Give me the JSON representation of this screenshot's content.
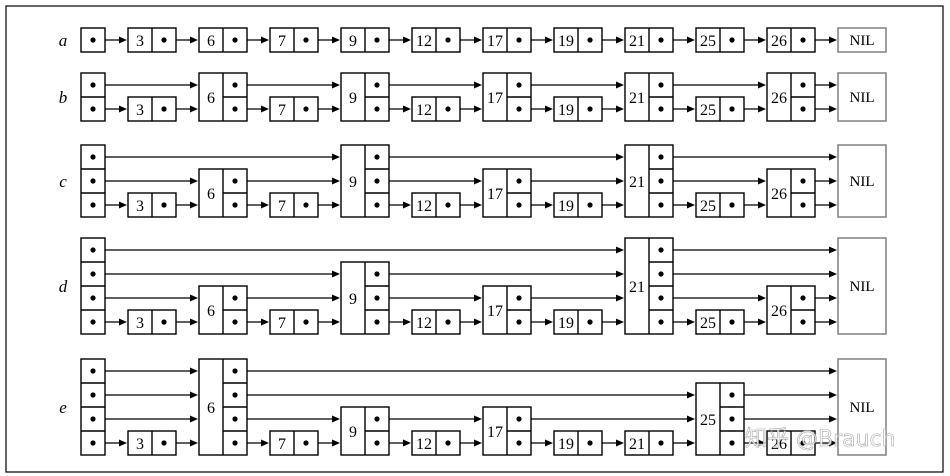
{
  "diagram": {
    "nil_label": "NIL",
    "watermark": "知乎 @Brauch",
    "rows": [
      {
        "label": "a",
        "nodes": [
          {
            "key": "",
            "levels": 1
          },
          {
            "key": "3",
            "levels": 1
          },
          {
            "key": "6",
            "levels": 1
          },
          {
            "key": "7",
            "levels": 1
          },
          {
            "key": "9",
            "levels": 1
          },
          {
            "key": "12",
            "levels": 1
          },
          {
            "key": "17",
            "levels": 1
          },
          {
            "key": "19",
            "levels": 1
          },
          {
            "key": "21",
            "levels": 1
          },
          {
            "key": "25",
            "levels": 1
          },
          {
            "key": "26",
            "levels": 1
          }
        ]
      },
      {
        "label": "b",
        "nodes": [
          {
            "key": "",
            "levels": 2
          },
          {
            "key": "3",
            "levels": 1
          },
          {
            "key": "6",
            "levels": 2
          },
          {
            "key": "7",
            "levels": 1
          },
          {
            "key": "9",
            "levels": 2
          },
          {
            "key": "12",
            "levels": 1
          },
          {
            "key": "17",
            "levels": 2
          },
          {
            "key": "19",
            "levels": 1
          },
          {
            "key": "21",
            "levels": 2
          },
          {
            "key": "25",
            "levels": 1
          },
          {
            "key": "26",
            "levels": 2
          }
        ]
      },
      {
        "label": "c",
        "nodes": [
          {
            "key": "",
            "levels": 3
          },
          {
            "key": "3",
            "levels": 1
          },
          {
            "key": "6",
            "levels": 2
          },
          {
            "key": "7",
            "levels": 1
          },
          {
            "key": "9",
            "levels": 3
          },
          {
            "key": "12",
            "levels": 1
          },
          {
            "key": "17",
            "levels": 2
          },
          {
            "key": "19",
            "levels": 1
          },
          {
            "key": "21",
            "levels": 3
          },
          {
            "key": "25",
            "levels": 1
          },
          {
            "key": "26",
            "levels": 2
          }
        ]
      },
      {
        "label": "d",
        "nodes": [
          {
            "key": "",
            "levels": 4
          },
          {
            "key": "3",
            "levels": 1
          },
          {
            "key": "6",
            "levels": 2
          },
          {
            "key": "7",
            "levels": 1
          },
          {
            "key": "9",
            "levels": 3
          },
          {
            "key": "12",
            "levels": 1
          },
          {
            "key": "17",
            "levels": 2
          },
          {
            "key": "19",
            "levels": 1
          },
          {
            "key": "21",
            "levels": 4
          },
          {
            "key": "25",
            "levels": 1
          },
          {
            "key": "26",
            "levels": 2
          }
        ]
      },
      {
        "label": "e",
        "nodes": [
          {
            "key": "",
            "levels": 4
          },
          {
            "key": "3",
            "levels": 1
          },
          {
            "key": "6",
            "levels": 4
          },
          {
            "key": "7",
            "levels": 1
          },
          {
            "key": "9",
            "levels": 2
          },
          {
            "key": "12",
            "levels": 1
          },
          {
            "key": "17",
            "levels": 2
          },
          {
            "key": "19",
            "levels": 1
          },
          {
            "key": "21",
            "levels": 1
          },
          {
            "key": "25",
            "levels": 3
          },
          {
            "key": "26",
            "levels": 1
          }
        ]
      }
    ]
  }
}
